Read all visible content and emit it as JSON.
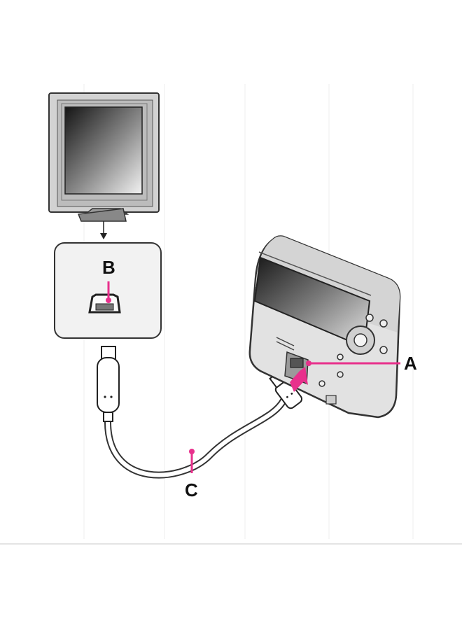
{
  "diagram": {
    "labels": {
      "a": "A",
      "b": "B",
      "c": "C"
    },
    "colors": {
      "accent": "#e8308c",
      "line": "#333333",
      "grid": "#ededed"
    },
    "icons": [
      "tv-monitor-icon",
      "hdmi-port-icon",
      "hdmi-cable-icon",
      "digital-camera-icon"
    ]
  }
}
